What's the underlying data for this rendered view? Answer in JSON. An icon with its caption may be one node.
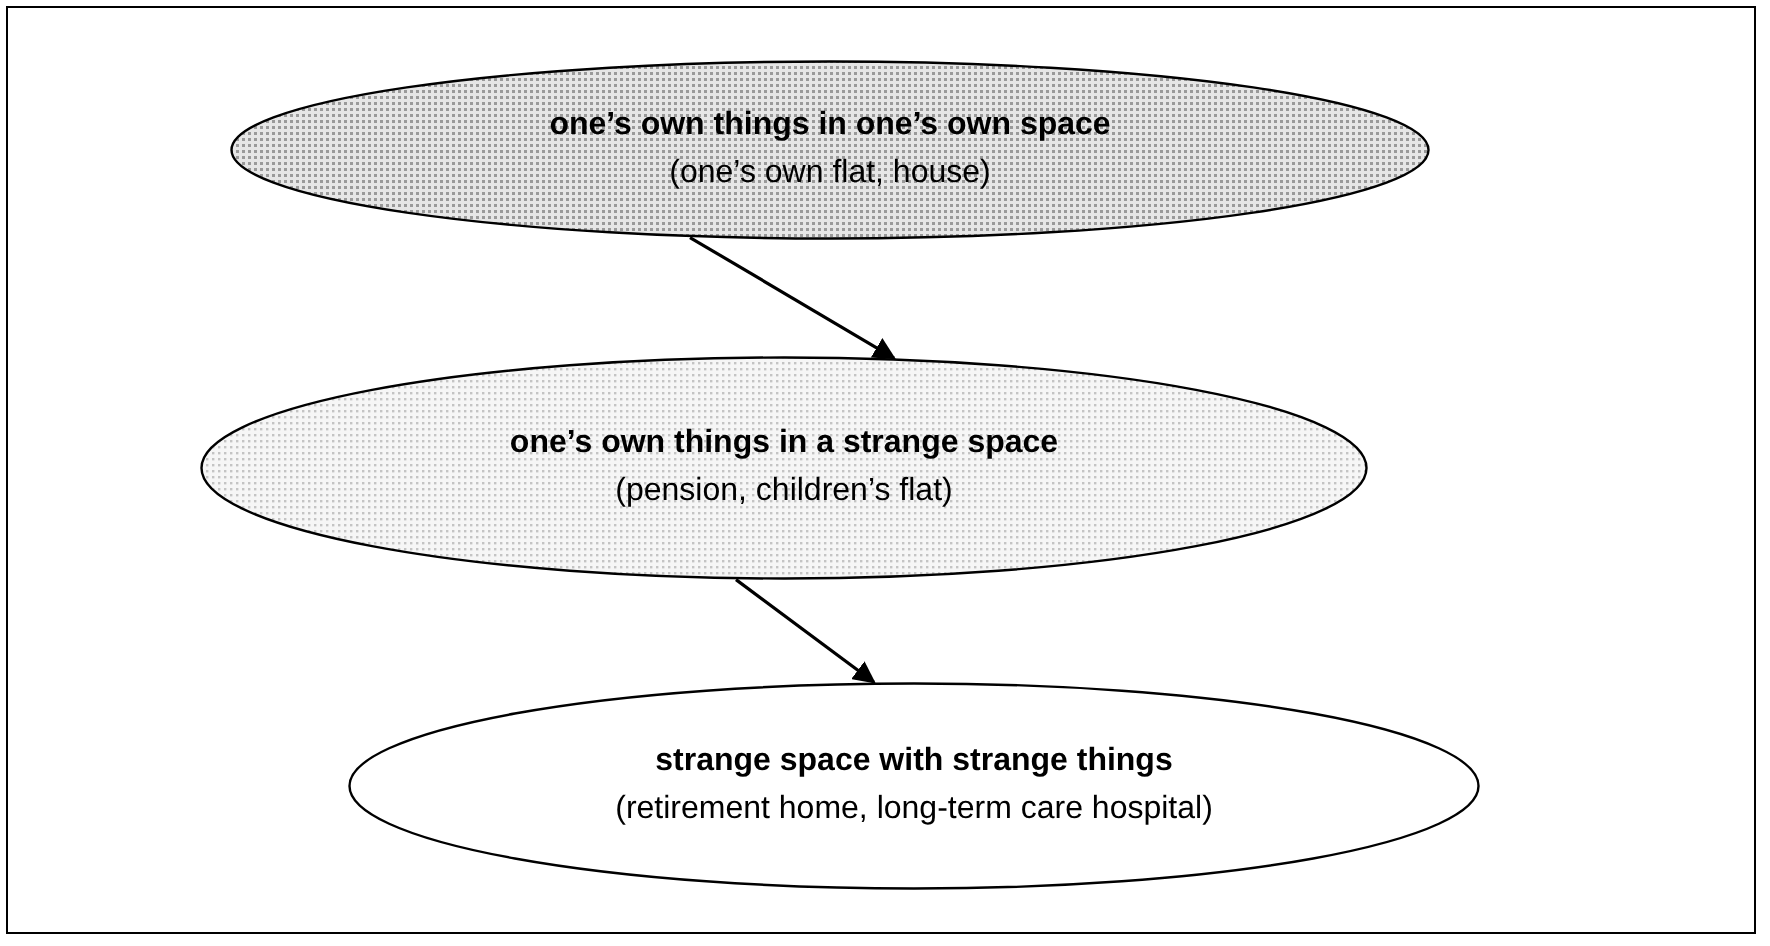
{
  "diagram": {
    "nodes": [
      {
        "text": [
          "one’s own things in one’s own space",
          "(one’s own flat, house)"
        ]
      },
      {
        "text": [
          "one’s own things in a strange space",
          "(pension, children’s flat)"
        ]
      },
      {
        "text": [
          "strange space with strange things",
          "(retirement home, long-term care hospital)"
        ]
      }
    ],
    "edges": [
      {
        "from": 0,
        "to": 1,
        "arrow": "to"
      },
      {
        "from": 1,
        "to": 2,
        "arrow": "to"
      }
    ]
  }
}
